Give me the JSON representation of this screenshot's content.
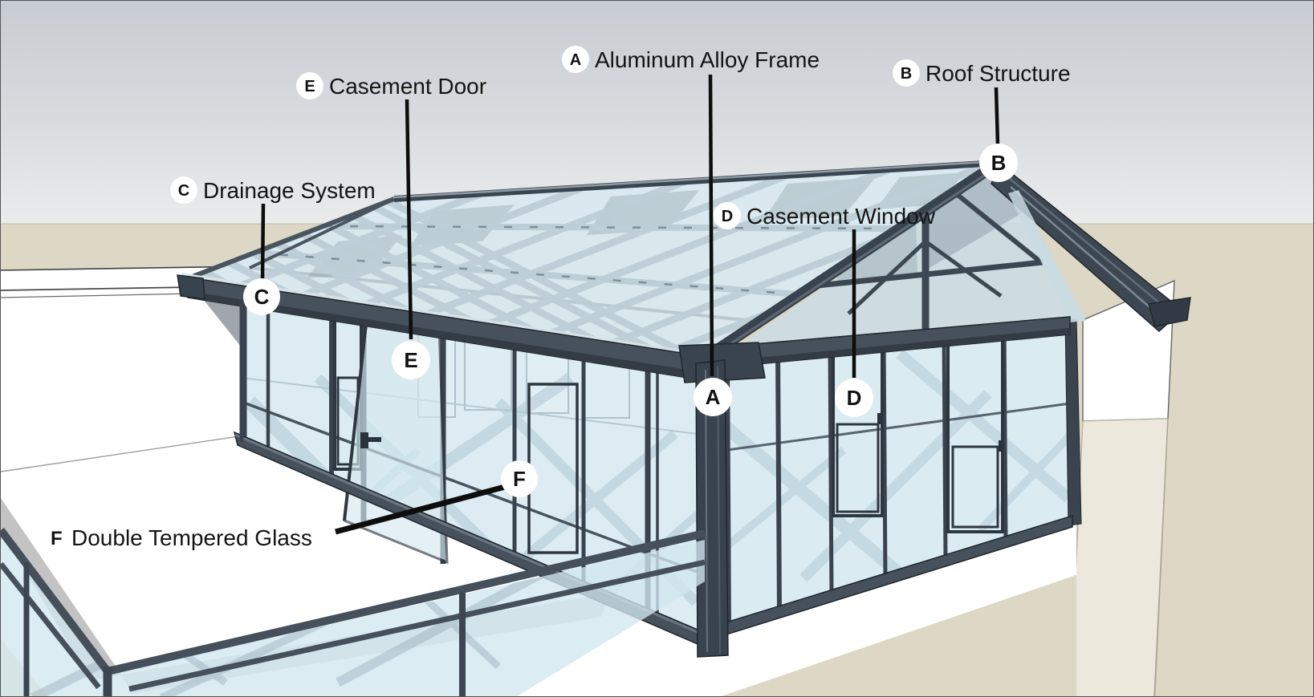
{
  "scene": {
    "kind": "3d-architecture-annotation-diagram",
    "subject": "Aluminum-frame glass sunroom (conservatory) on a rooftop terrace"
  },
  "labels": {
    "A": {
      "letter": "A",
      "text": "Aluminum Alloy Frame"
    },
    "B": {
      "letter": "B",
      "text": "Roof Structure"
    },
    "C": {
      "letter": "C",
      "text": "Drainage System"
    },
    "D": {
      "letter": "D",
      "text": "Casement Window"
    },
    "E": {
      "letter": "E",
      "text": "Casement Door"
    },
    "F": {
      "letter": "F",
      "text": "Double Tempered Glass"
    }
  },
  "colors": {
    "sky_top": "#c7ccd2",
    "sky_bottom": "#eaecec",
    "ground_beige": "#ddd8c5",
    "wall_cream": "#ece8db",
    "white_wall": "#ffffff",
    "frame_dark": "#46515c",
    "frame_darker": "#333c45",
    "glass_roof": "#d9e9ef",
    "glass_wall": "#cde4ee",
    "lattice_beam": "#b9c9d0",
    "shadow_gray": "#c0c0c0",
    "interior_shadow": "#a2b8c4",
    "callout_black": "#0d0d0d",
    "marker_white": "#ffffff"
  }
}
